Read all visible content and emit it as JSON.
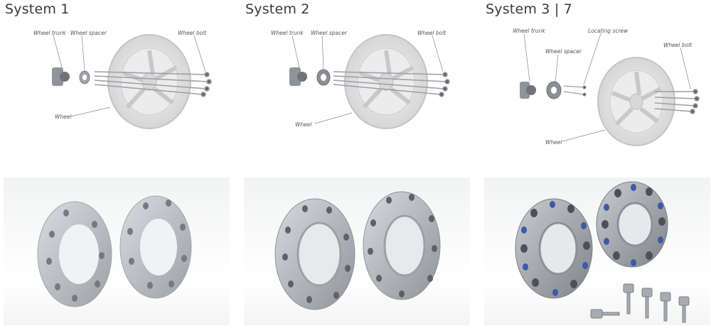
{
  "systems": [
    {
      "title": "System 1",
      "labels": {
        "trunk": "Wheel trunk",
        "spacer": "Wheel spacer",
        "bolt": "Wheel bolt",
        "wheel": "Wheel"
      }
    },
    {
      "title": "System 2",
      "labels": {
        "trunk": "Wheel trunk",
        "spacer": "Wheel spacer",
        "bolt": "Wheel bolt",
        "wheel": "Wheel"
      }
    },
    {
      "title": "System 3 | 7",
      "labels": {
        "trunk": "Wheel trunk",
        "spacer": "Wheel spacer",
        "screw": "Locating screw",
        "bolt": "Wheel bolt",
        "wheel": "Wheel"
      }
    }
  ],
  "colors": {
    "metal": "#b8bcc2",
    "metal_dark": "#8e939a",
    "hole": "#5c6066",
    "bolt_blue": "#3d5aa8"
  }
}
